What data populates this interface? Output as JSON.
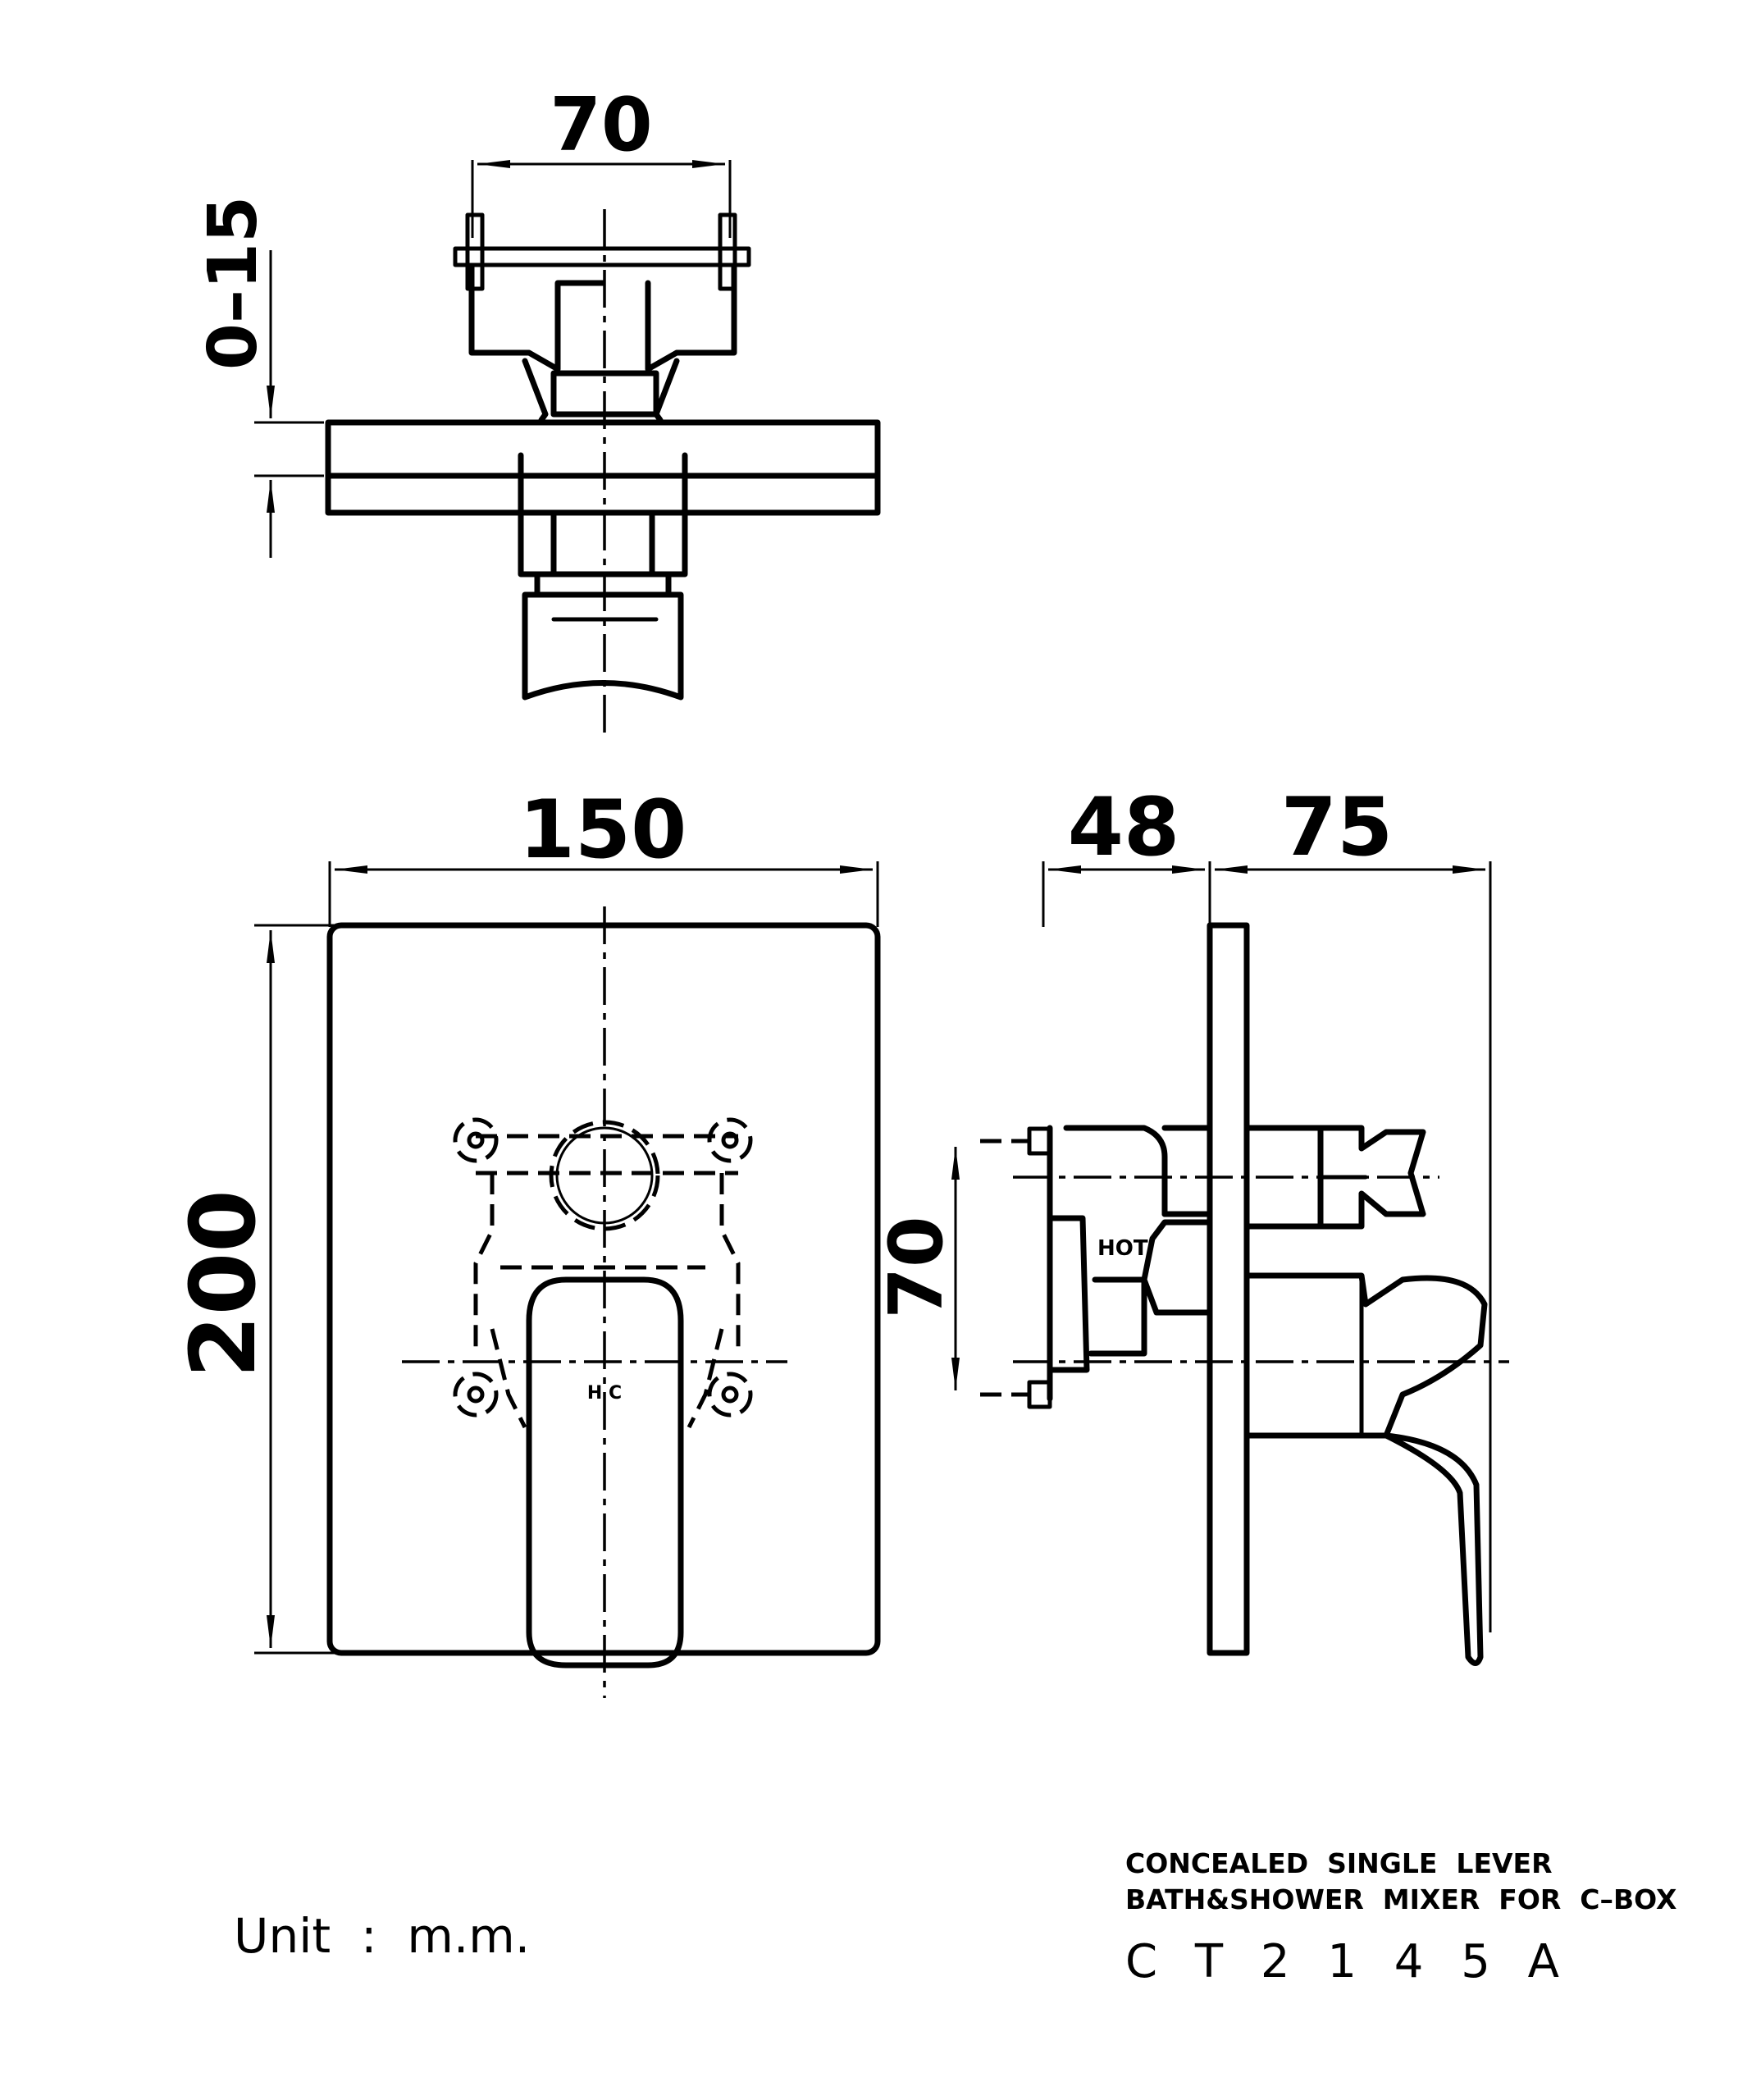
{
  "dimensions": {
    "top_width": "70",
    "top_depth": "0–15",
    "front_width": "150",
    "front_height": "200",
    "side_body": "48",
    "side_lever": "75",
    "side_height": "70"
  },
  "labels": {
    "hot": "HOT",
    "handle_mark": "H  C"
  },
  "unit": "Unit  :  m.m.",
  "title": {
    "line1": "CONCEALED  SINGLE  LEVER",
    "line2": "BATH&SHOWER  MIXER  FOR  C–BOX",
    "model": "C T 2 1 4 5 A"
  }
}
